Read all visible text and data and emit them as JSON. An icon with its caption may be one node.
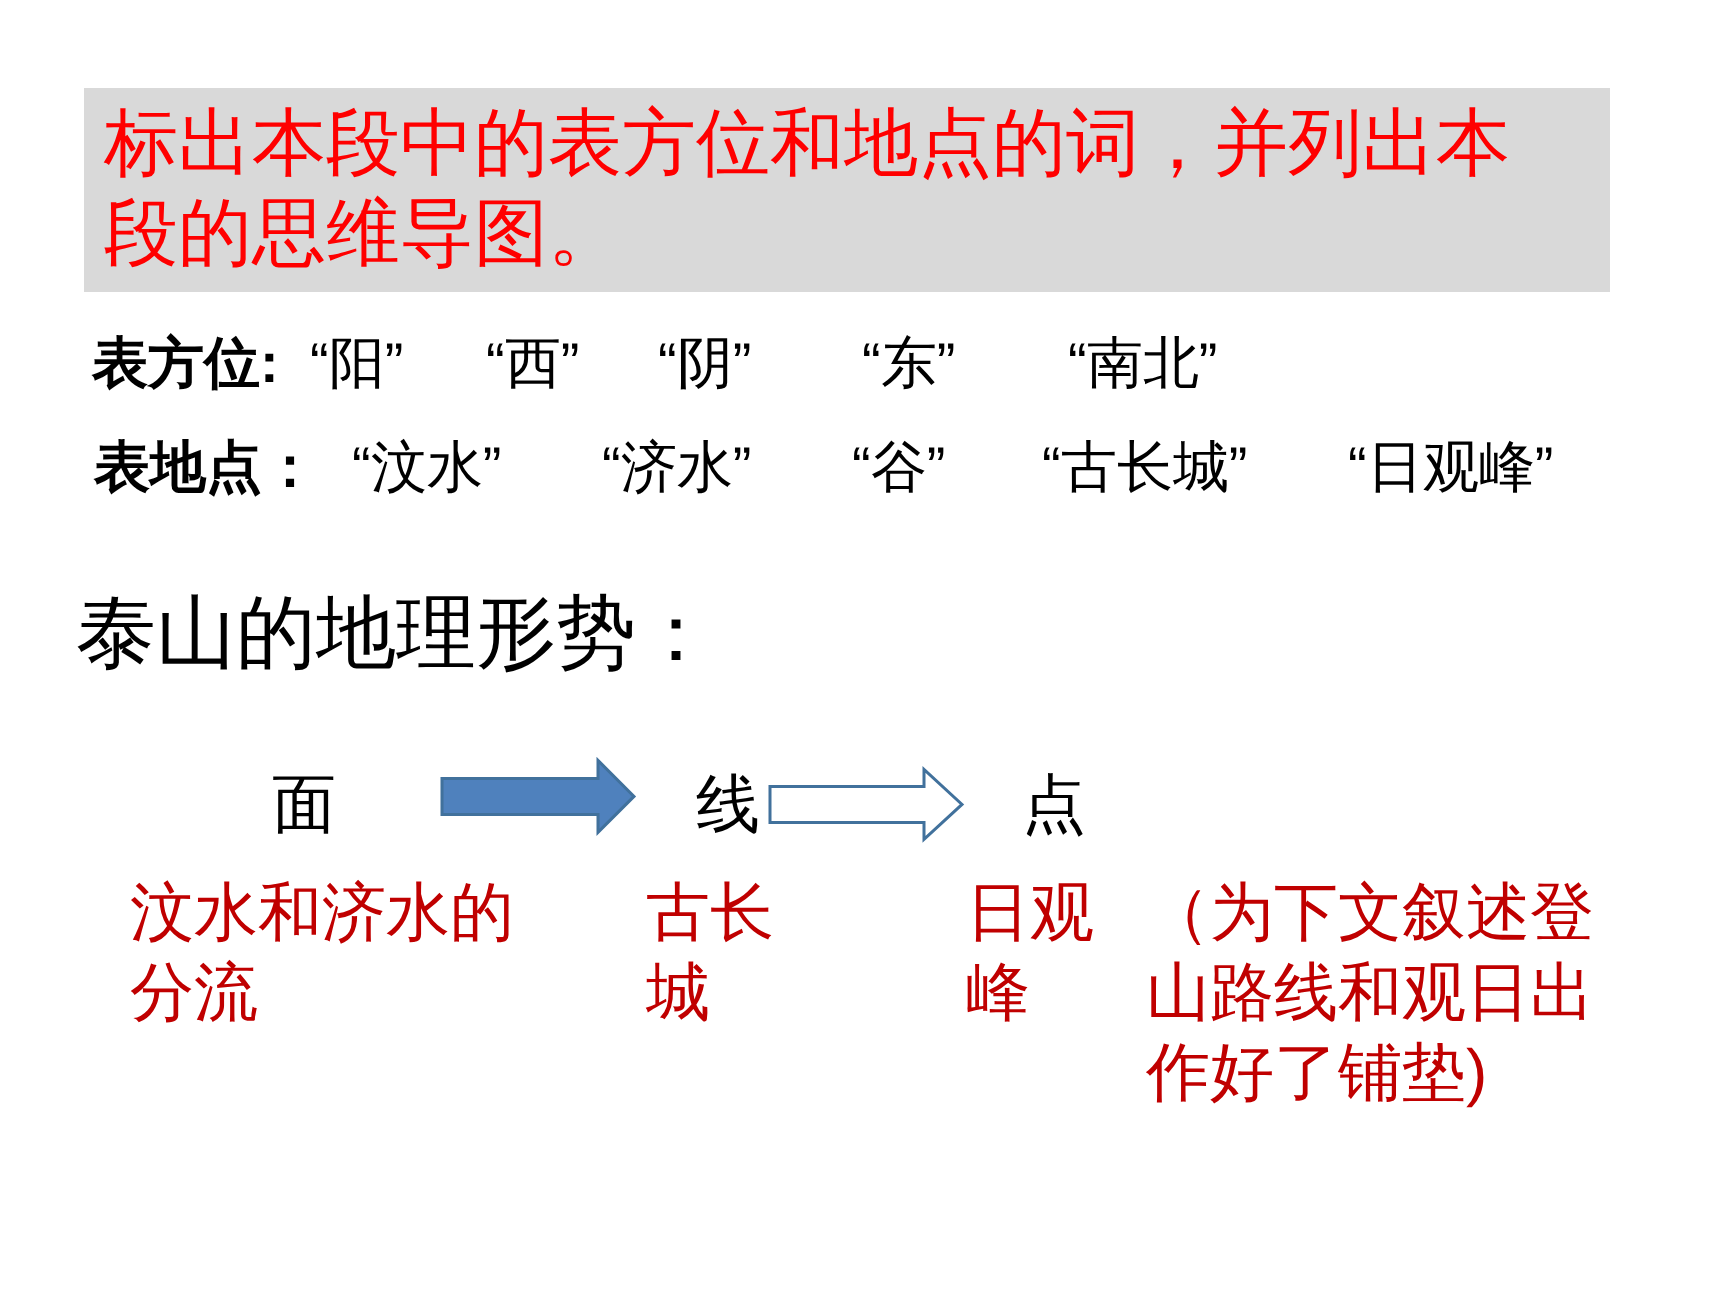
{
  "diagram": {
    "nodes": [
      {
        "text": [
          "标出本段中的表方位和地点的词，并列出本段的思维导图。"
        ]
      },
      {
        "text": [
          "面"
        ],
        "beside": [
          "汶水和济水的分流"
        ]
      },
      {
        "text": [
          "线"
        ],
        "beside": [
          "古长城"
        ]
      },
      {
        "text": [
          "点"
        ],
        "beside": [
          "日观峰"
        ]
      }
    ],
    "edges": [
      {
        "from": 1,
        "to": 2,
        "arrow": "to",
        "color": "#4f81bd"
      },
      {
        "from": 2,
        "to": 3,
        "arrow": "to"
      }
    ],
    "labels": [
      "表方位:",
      "“阳”",
      "“西”",
      "“阴”",
      "“东”",
      "“南北”",
      "表地点：",
      "“汶水”",
      "“济水”",
      "“谷”",
      "“古长城”",
      "“日观峰”",
      "泰山的地理形势：",
      "（为下文叙述登山路线和观日出作好了铺垫)"
    ]
  }
}
